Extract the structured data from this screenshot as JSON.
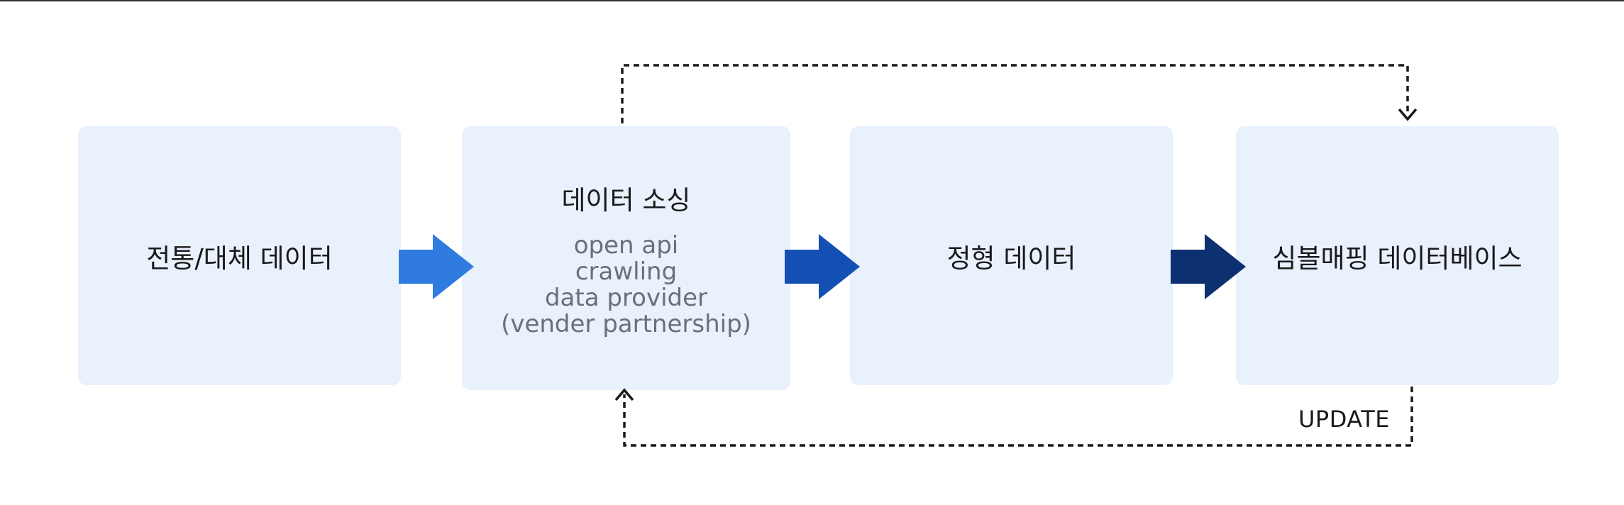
{
  "nodes": {
    "source": {
      "title": "전통/대체 데이터"
    },
    "sourcing": {
      "title": "데이터 소싱",
      "details": [
        "open api",
        "crawling",
        "data provider",
        "(vender partnership)"
      ]
    },
    "structured": {
      "title": "정형 데이터"
    },
    "database": {
      "title": "심볼매핑 데이터베이스"
    }
  },
  "labels": {
    "update": "UPDATE"
  },
  "colors": {
    "box_fill": "#e9f1fd",
    "arrow_1": "#2f7be0",
    "arrow_2": "#1450b4",
    "arrow_3": "#0c3070",
    "dotted_line": "#1a1a1a"
  }
}
